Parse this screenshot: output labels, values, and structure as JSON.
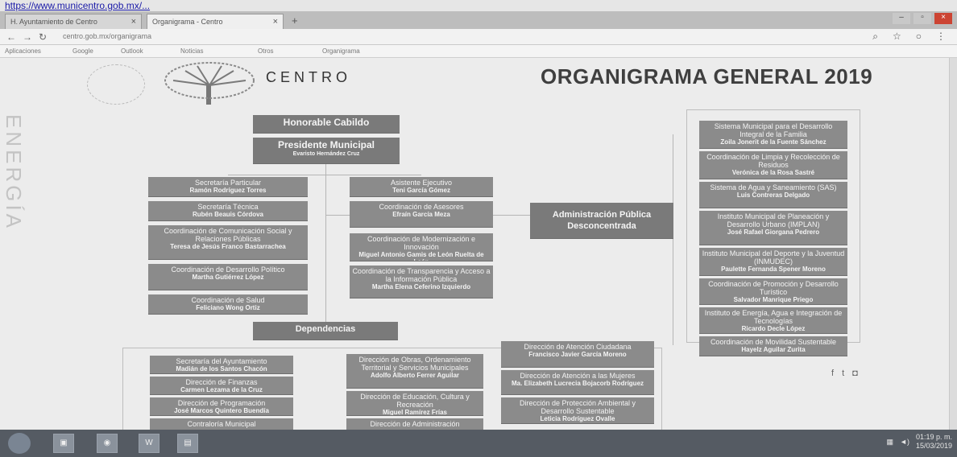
{
  "url_caption": "https://www.municentro.gob.mx/...",
  "browser": {
    "tabs": [
      {
        "label": "H. Ayuntamiento de Centro"
      },
      {
        "label": "Organigrama - Centro"
      }
    ],
    "new_tab": "+",
    "url": "centro.gob.mx/organigrama",
    "bookmarks": [
      "Aplicaciones",
      "Google",
      "Outlook",
      "Noticias",
      "Otros",
      "Organigrama"
    ]
  },
  "header": {
    "brand": "CENTRO",
    "title": "ORGANIGRAMA GENERAL 2019",
    "side_text": "ENERGÍA"
  },
  "org": {
    "cabildo": "Honorable Cabildo",
    "presidente": {
      "title": "Presidente Municipal",
      "name": "Evaristo Hernández Cruz"
    },
    "dependencias": "Dependencias",
    "administracion": "Administración Pública Desconcentrada",
    "left_column": [
      {
        "title": "Secretaría Particular",
        "name": "Ramón Rodríguez Torres"
      },
      {
        "title": "Secretaría Técnica",
        "name": "Rubén Beauis Córdova"
      },
      {
        "title": "Coordinación de Comunicación Social y Relaciones Públicas",
        "name": "Teresa de Jesús Franco Bastarrachea"
      },
      {
        "title": "Coordinación de Desarrollo Político",
        "name": "Martha Gutiérrez López"
      },
      {
        "title": "Coordinación de Salud",
        "name": "Feliciano Wong Ortiz"
      }
    ],
    "center_column": [
      {
        "title": "Asistente Ejecutivo",
        "name": "Teni García Gómez"
      },
      {
        "title": "Coordinación de Asesores",
        "name": "Efraín García Meza"
      },
      {
        "title": "Coordinación de Modernización e Innovación",
        "name": "Miguel Antonio Gamis de León Ruelta de León"
      },
      {
        "title": "Coordinación de Transparencia y Acceso a la Información Pública",
        "name": "Martha Elena Ceferino Izquierdo"
      }
    ],
    "right_column": [
      {
        "title": "Sistema Municipal para el Desarrollo Integral de la Familia",
        "name": "Zoila Jonerit de la Fuente Sánchez"
      },
      {
        "title": "Coordinación de Limpia y Recolección de Residuos",
        "name": "Verónica de la Rosa Sastré"
      },
      {
        "title": "Sistema de Agua y Saneamiento (SAS)",
        "name": "Luis Contreras Delgado"
      },
      {
        "title": "Instituto Municipal de Planeación y Desarrollo Urbano (IMPLAN)",
        "name": "José Rafael Giorgana Pedrero"
      },
      {
        "title": "Instituto Municipal del Deporte y la Juventud (INMUDEC)",
        "name": "Paulette Fernanda Spener Moreno"
      },
      {
        "title": "Coordinación de Promoción y Desarrollo Turístico",
        "name": "Salvador Manrique Priego"
      },
      {
        "title": "Instituto de Energía, Agua e Integración de Tecnologías",
        "name": "Ricardo Decle López"
      },
      {
        "title": "Coordinación de Movilidad Sustentable",
        "name": "Hayelz Aguilar Zurita"
      }
    ],
    "dep_col1": [
      {
        "title": "Secretaría del Ayuntamiento",
        "name": "Madián de los Santos Chacón"
      },
      {
        "title": "Dirección de Finanzas",
        "name": "Carmen Lezama de la Cruz"
      },
      {
        "title": "Dirección de Programación",
        "name": "José Marcos Quintero Buendía"
      },
      {
        "title": "Contraloría Municipal",
        "name": ""
      }
    ],
    "dep_col2": [
      {
        "title": "Dirección de Obras, Ordenamiento Territorial y Servicios Municipales",
        "name": "Adolfo Alberto Ferrer Aguilar"
      },
      {
        "title": "Dirección de Educación, Cultura y Recreación",
        "name": "Miguel Ramírez Frías"
      },
      {
        "title": "Dirección de Administración",
        "name": ""
      }
    ],
    "dep_col3": [
      {
        "title": "Dirección de Atención Ciudadana",
        "name": "Francisco Javier García Moreno"
      },
      {
        "title": "Dirección de Atención a las Mujeres",
        "name": "Ma. Elizabeth Lucrecia Bojacorb Rodríguez"
      },
      {
        "title": "Dirección de Protección Ambiental y Desarrollo Sustentable",
        "name": "Leticia Rodríguez Ovalle"
      }
    ]
  },
  "taskbar": {
    "time": "01:19 p. m.",
    "date": "15/03/2019"
  }
}
